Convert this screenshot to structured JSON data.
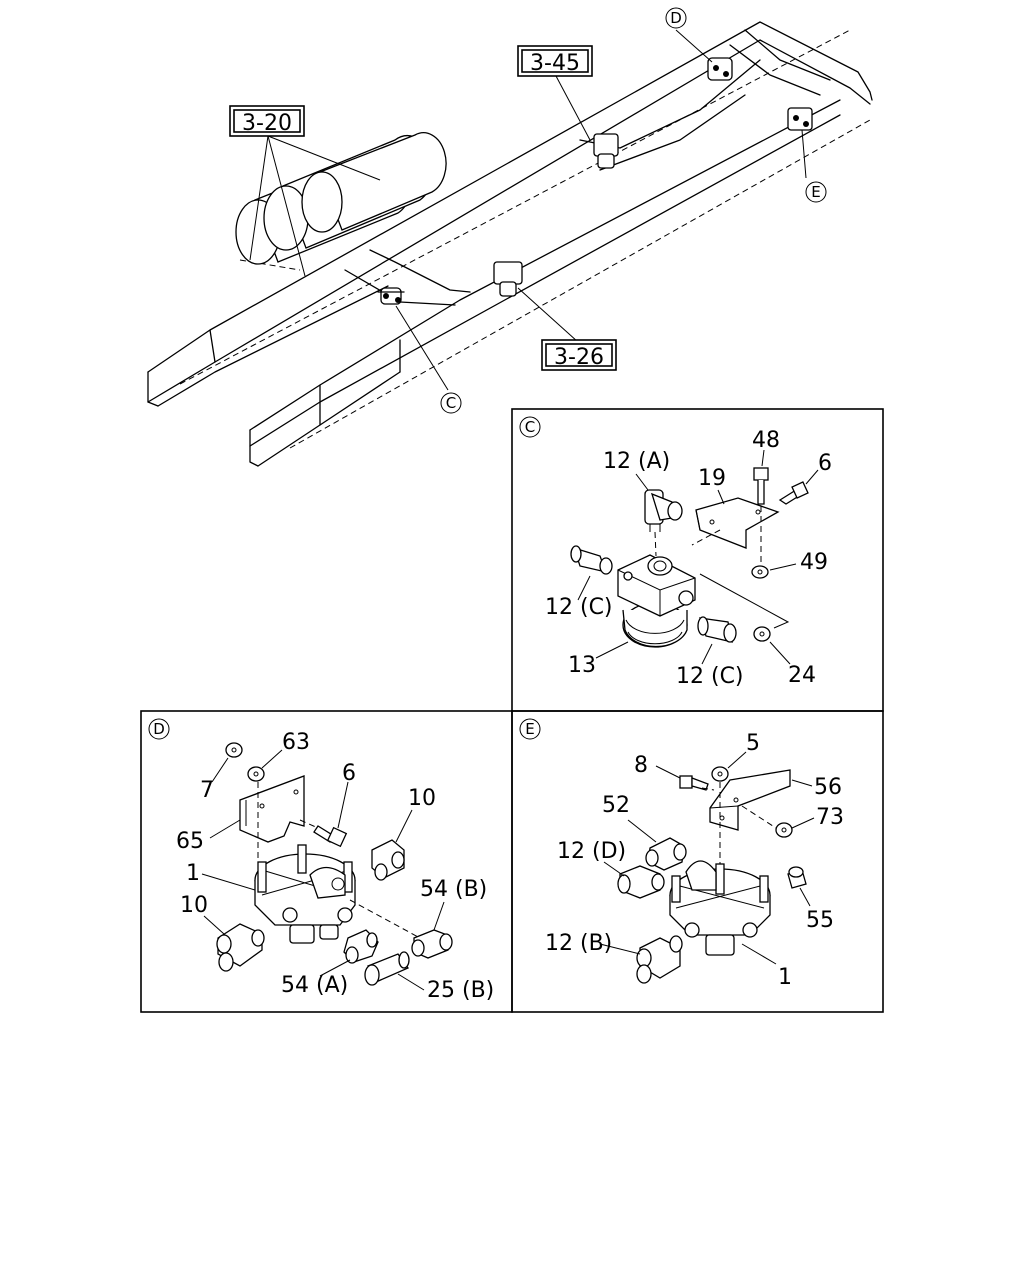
{
  "refs": {
    "r320": "3-20",
    "r345": "3-45",
    "r326": "3-26"
  },
  "callouts": {
    "c": "C",
    "d": "D",
    "e": "E"
  },
  "panel_c": {
    "tag": "C",
    "labels": {
      "p48": "48",
      "p12a": "12 (A)",
      "p6": "6",
      "p19": "19",
      "p49": "49",
      "p12c1": "12 (C)",
      "p13": "13",
      "p12c2": "12 (C)",
      "p24": "24"
    }
  },
  "panel_d": {
    "tag": "D",
    "labels": {
      "p63": "63",
      "p7": "7",
      "p6": "6",
      "p65": "65",
      "p10a": "10",
      "p1": "1",
      "p10b": "10",
      "p54b": "54 (B)",
      "p54a": "54 (A)",
      "p25b": "25 (B)"
    }
  },
  "panel_e": {
    "tag": "E",
    "labels": {
      "p5": "5",
      "p8": "8",
      "p56": "56",
      "p52": "52",
      "p73": "73",
      "p12d": "12 (D)",
      "p55": "55",
      "p12b": "12 (B)",
      "p1": "1"
    }
  }
}
